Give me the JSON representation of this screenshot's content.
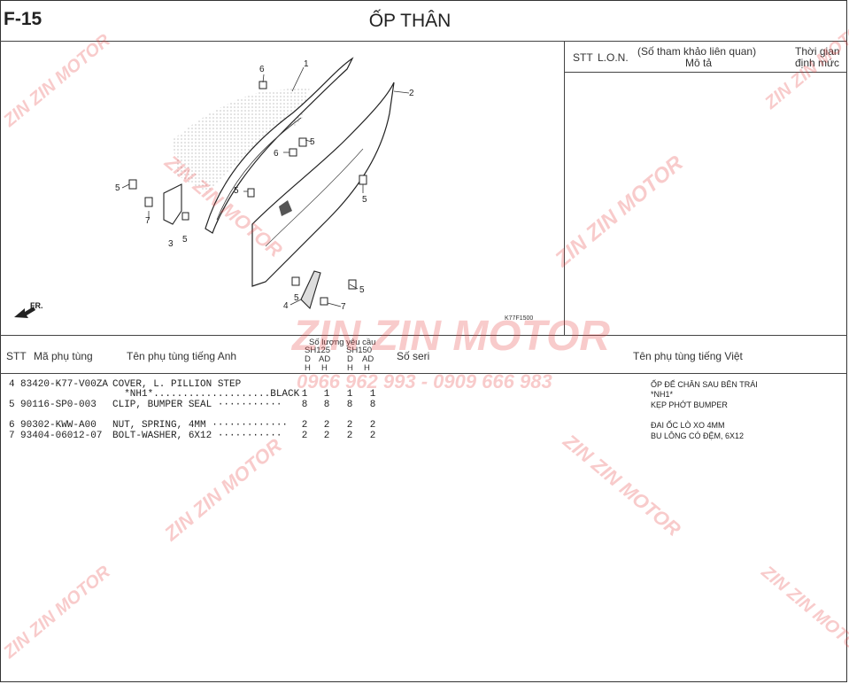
{
  "header": {
    "page_id": "F-15",
    "title": "ỐP THÂN"
  },
  "reference_panel": {
    "col_stt": "STT",
    "col_lon": "L.O.N.",
    "col_desc_line1": "(Số tham khảo liên quan)",
    "col_desc_line2": "Mô tả",
    "col_time_line1": "Thời gian",
    "col_time_line2": "định mức"
  },
  "diagram": {
    "code": "K77F1500",
    "direction_label": "FR.",
    "callouts": [
      "1",
      "2",
      "3",
      "4",
      "5",
      "6",
      "7"
    ]
  },
  "parts_table": {
    "headers": {
      "stt": "STT",
      "part_no": "Mã phụ tùng",
      "name_en": "Tên phụ tùng tiếng Anh",
      "qty_title": "Số lượng yêu cầu",
      "model1": "SH125",
      "model2": "SH150",
      "sub1": "D",
      "sub2": "AD",
      "sub3": "D",
      "sub4": "AD",
      "h": "H",
      "serial": "Số seri",
      "name_vi": "Tên phụ tùng tiếng Việt"
    },
    "rows": [
      {
        "stt": "4",
        "part_no": "83420-K77-V00ZA",
        "name_en": "COVER, L. PILLION STEP",
        "q1": "",
        "q2": "",
        "q3": "",
        "q4": "",
        "name_vi": "ỐP ĐỂ CHÂN SAU BÊN TRÁI"
      },
      {
        "stt": "",
        "part_no": "",
        "name_en": "  *NH1*....................BLACK",
        "q1": "1",
        "q2": "1",
        "q3": "1",
        "q4": "1",
        "name_vi": "*NH1*"
      },
      {
        "stt": "5",
        "part_no": "90116-SP0-003",
        "name_en": "CLIP, BUMPER SEAL ···········",
        "q1": "8",
        "q2": "8",
        "q3": "8",
        "q4": "8",
        "name_vi": "KẸP PHỚT BUMPER"
      },
      {
        "stt": "6",
        "part_no": "90302-KWW-A00",
        "name_en": "NUT, SPRING, 4MM ·············",
        "q1": "2",
        "q2": "2",
        "q3": "2",
        "q4": "2",
        "name_vi": "ĐAI ỐC LÒ XO 4MM"
      },
      {
        "stt": "7",
        "part_no": "93404-06012-07",
        "name_en": "BOLT-WASHER, 6X12 ···········",
        "q1": "2",
        "q2": "2",
        "q3": "2",
        "q4": "2",
        "name_vi": "BU LÔNG CÓ ĐỆM, 6X12"
      }
    ]
  },
  "watermark": {
    "brand": "ZIN ZIN MOTOR",
    "phones": "0966 962 993 - 0909 666 983",
    "color": "#e63333"
  }
}
